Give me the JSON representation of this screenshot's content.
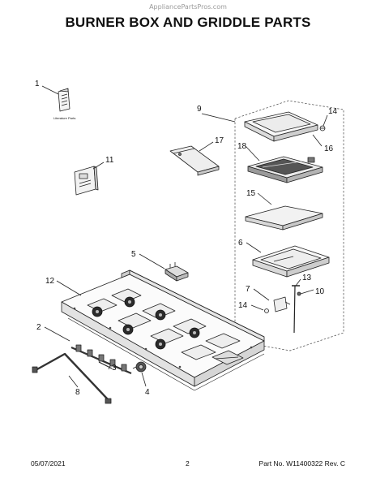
{
  "watermark": "AppliancePartsPros.com",
  "title": "BURNER BOX AND GRIDDLE PARTS",
  "literature_label": "Literature Parts",
  "callouts": {
    "c1": "1",
    "c2": "2",
    "c3": "3",
    "c4": "4",
    "c5": "5",
    "c6": "6",
    "c7": "7",
    "c8": "8",
    "c9": "9",
    "c10": "10",
    "c11": "11",
    "c12": "12",
    "c13": "13",
    "c14a": "14",
    "c14b": "14",
    "c15": "15",
    "c16": "16",
    "c17": "17",
    "c18": "18"
  },
  "footer": {
    "date": "05/07/2021",
    "page": "2",
    "part": "Part No.  W11400322  Rev.  C"
  }
}
